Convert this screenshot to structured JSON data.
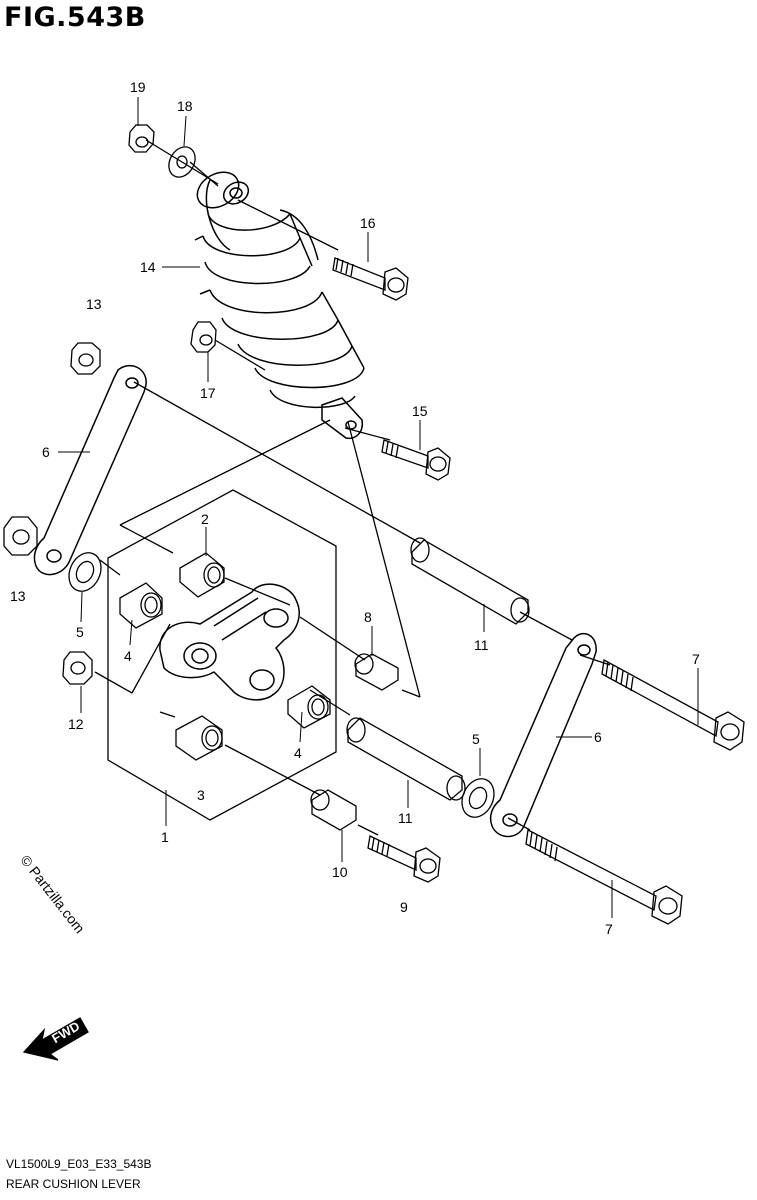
{
  "figure_title": "FIG.543B",
  "model_code": "VL1500L9_E03_E33_543B",
  "diagram_name": "REAR CUSHION LEVER",
  "watermark": "© Partzilla.com",
  "fwd_label": "FWD",
  "callouts": {
    "c1": "1",
    "c2": "2",
    "c3": "3",
    "c4a": "4",
    "c4b": "4",
    "c5a": "5",
    "c5b": "5",
    "c6a": "6",
    "c6b": "6",
    "c7a": "7",
    "c7b": "7",
    "c8": "8",
    "c9": "9",
    "c10": "10",
    "c11a": "11",
    "c11b": "11",
    "c12": "12",
    "c13a": "13",
    "c13b": "13",
    "c14": "14",
    "c15": "15",
    "c16": "16",
    "c17": "17",
    "c18": "18",
    "c19": "19"
  }
}
